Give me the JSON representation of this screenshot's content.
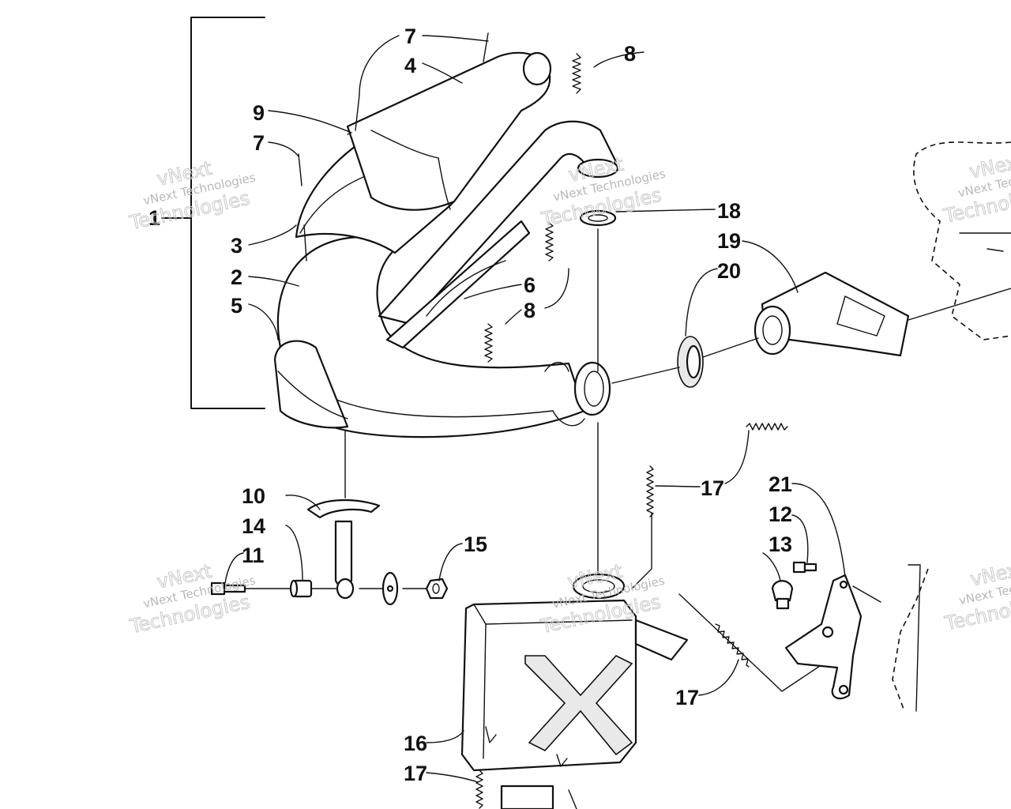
{
  "callouts": {
    "c1": "1",
    "c2": "2",
    "c3": "3",
    "c4": "4",
    "c5": "5",
    "c6": "6",
    "c7a": "7",
    "c7b": "7",
    "c8a": "8",
    "c8b": "8",
    "c9": "9",
    "c10": "10",
    "c11": "11",
    "c12": "12",
    "c13": "13",
    "c14": "14",
    "c15": "15",
    "c16": "16",
    "c17a": "17",
    "c17b": "17",
    "c17c": "17",
    "c18": "18",
    "c19": "19",
    "c20": "20",
    "c21": "21"
  },
  "watermark": {
    "line1": "vNext Technologies",
    "line2": "vNext",
    "line3": "Technologies"
  }
}
